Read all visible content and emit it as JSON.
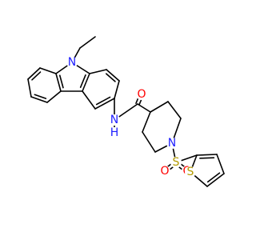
{
  "colors": {
    "bond": "#000000",
    "N": "#1f1fff",
    "O": "#ff0000",
    "S": "#b39a00",
    "H": "#1f1fff"
  },
  "atoms": {
    "N9": "N",
    "NH": "N",
    "H_amide": "H",
    "O_carbonyl": "O",
    "N_pip": "N",
    "S_sulfonyl": "S",
    "O_s_left": "O",
    "O_s_right": "O",
    "S_thiophene": "S"
  }
}
